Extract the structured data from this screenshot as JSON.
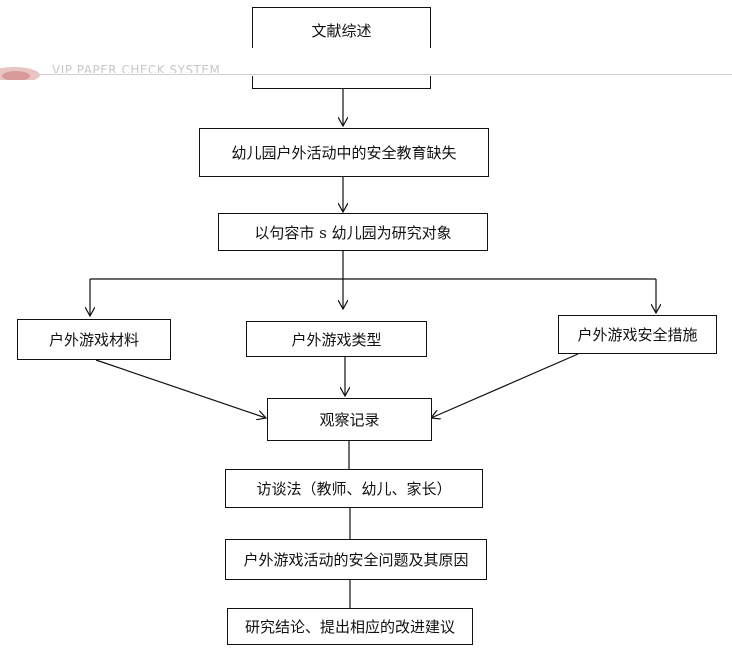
{
  "watermark": {
    "text": "VIP PAPER CHECK SYSTEM"
  },
  "nodes": {
    "literature_review": "文献综述",
    "safety_education_gap": "幼儿园户外活动中的安全教育缺失",
    "research_object": "以句容市 s 幼儿园为研究对象",
    "game_materials": "户外游戏材料",
    "game_types": "户外游戏类型",
    "game_safety_measures": "户外游戏安全措施",
    "observation_record": "观察记录",
    "interview_method": "访谈法（教师、幼儿、家长）",
    "safety_problems_causes": "户外游戏活动的安全问题及其原因",
    "conclusion_suggestions": "研究结论、提出相应的改进建议"
  }
}
